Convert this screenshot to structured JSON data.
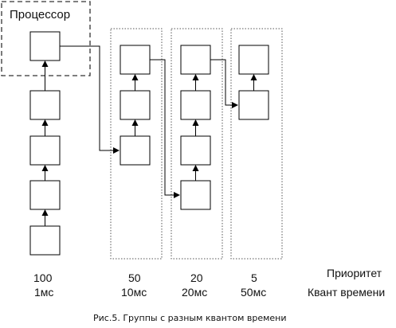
{
  "processor_label": "Процессор",
  "row_labels": {
    "priority": "Приоритет",
    "quantum": "Квант времени"
  },
  "groups": [
    {
      "priority": "100",
      "quantum": "1мс",
      "queue_length": 5
    },
    {
      "priority": "50",
      "quantum": "10мс",
      "queue_length": 3
    },
    {
      "priority": "20",
      "quantum": "20мс",
      "queue_length": 4
    },
    {
      "priority": "5",
      "quantum": "50мс",
      "queue_length": 2
    }
  ],
  "caption": "Рис.5. Группы с разным квантом времени"
}
